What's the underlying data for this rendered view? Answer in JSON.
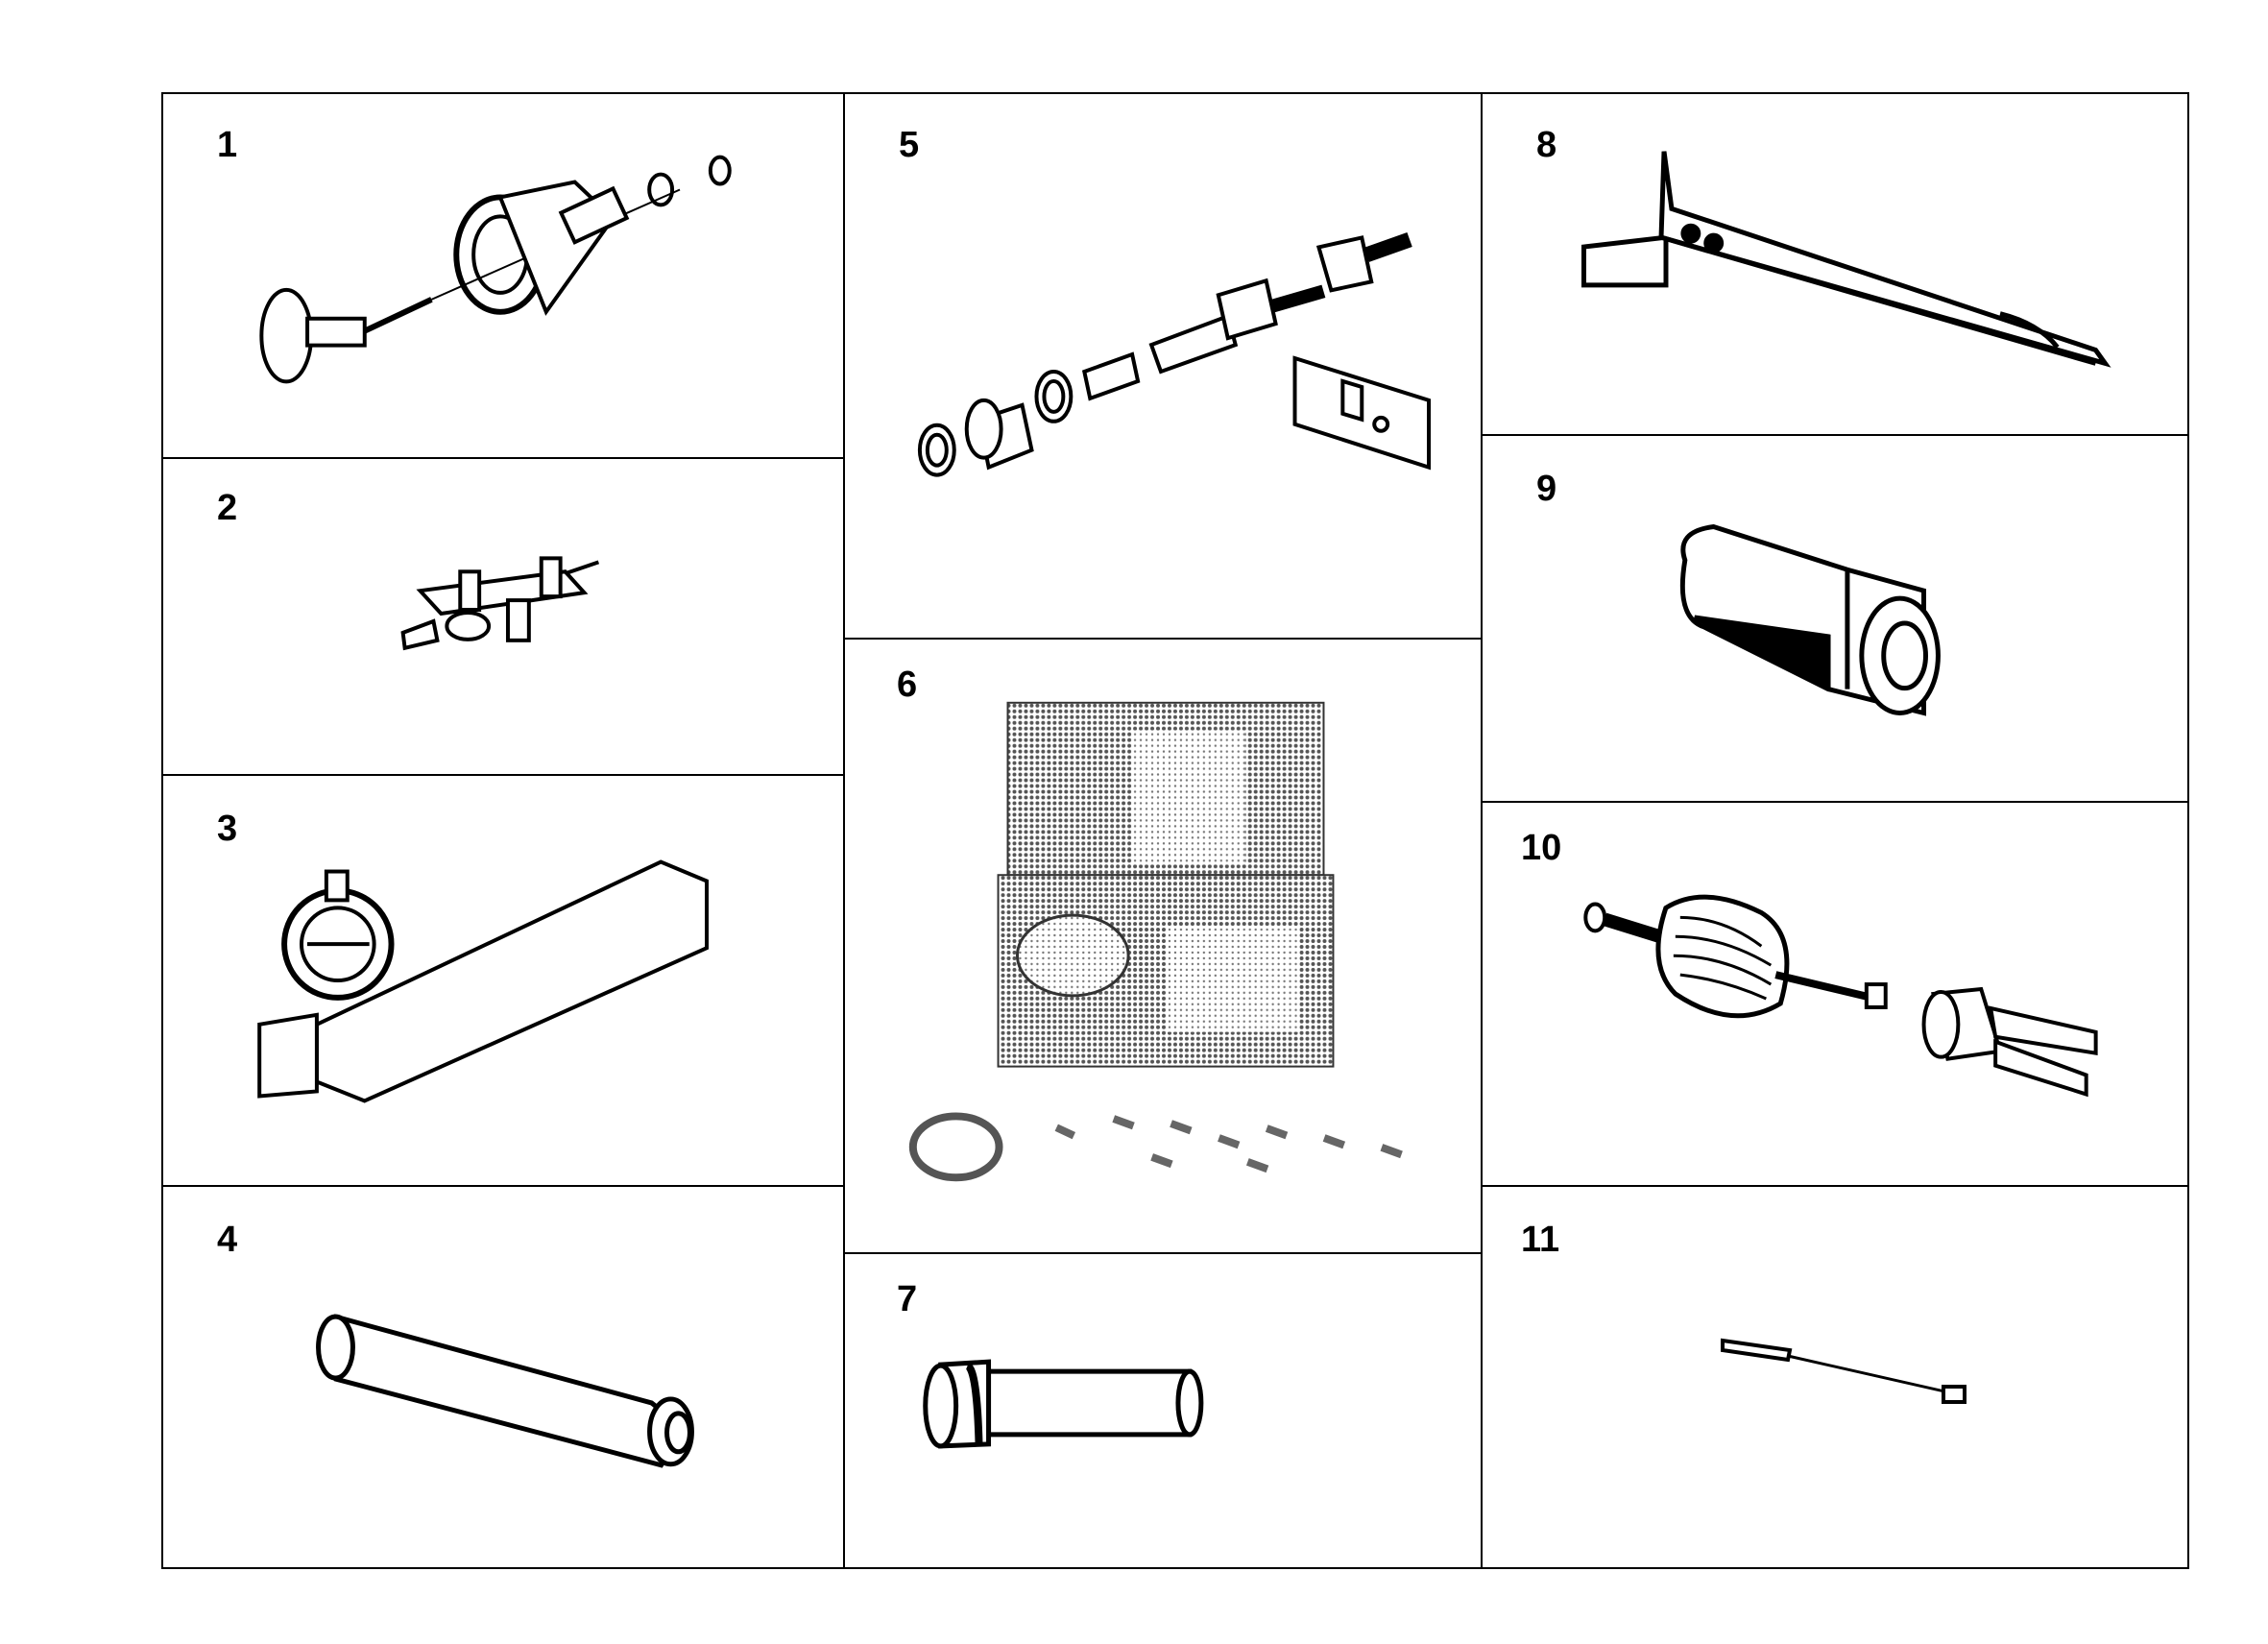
{
  "items": [
    {
      "number": "1",
      "icon": "puller-assembly-icon"
    },
    {
      "number": "2",
      "icon": "bracket-tool-icon"
    },
    {
      "number": "3",
      "icon": "dial-gauge-fixture-icon"
    },
    {
      "number": "4",
      "icon": "drift-mandrel-icon"
    },
    {
      "number": "5",
      "icon": "press-tool-set-icon"
    },
    {
      "number": "6",
      "icon": "tool-case-kit-icon"
    },
    {
      "number": "7",
      "icon": "sleeve-drift-icon"
    },
    {
      "number": "8",
      "icon": "angled-plate-tool-icon"
    },
    {
      "number": "9",
      "icon": "tapered-sleeve-icon"
    },
    {
      "number": "10",
      "icon": "slide-hammer-puller-icon"
    },
    {
      "number": "11",
      "icon": "probe-tool-icon"
    }
  ]
}
